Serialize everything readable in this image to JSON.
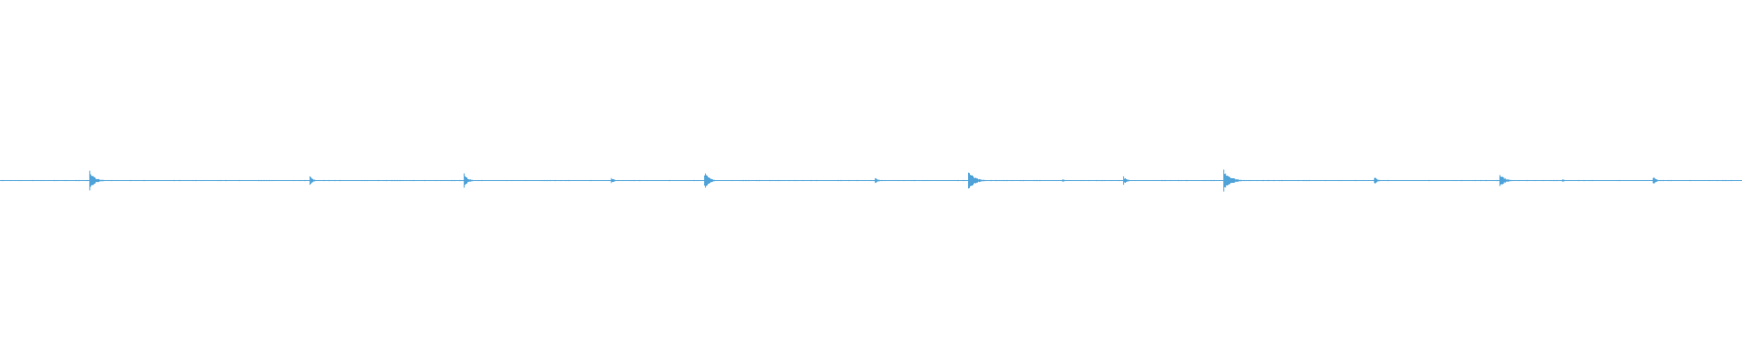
{
  "waveform": {
    "color": "#4fa3d9",
    "background": "#ffffff",
    "transients": [
      {
        "t": 0.0515,
        "amp": 0.055
      },
      {
        "t": 0.178,
        "amp": 0.025
      },
      {
        "t": 0.2665,
        "amp": 0.04
      },
      {
        "t": 0.351,
        "amp": 0.018
      },
      {
        "t": 0.4045,
        "amp": 0.05
      },
      {
        "t": 0.5025,
        "amp": 0.018
      },
      {
        "t": 0.556,
        "amp": 0.06
      },
      {
        "t": 0.61,
        "amp": 0.008
      },
      {
        "t": 0.645,
        "amp": 0.025
      },
      {
        "t": 0.7025,
        "amp": 0.07
      },
      {
        "t": 0.789,
        "amp": 0.022
      },
      {
        "t": 0.861,
        "amp": 0.048
      },
      {
        "t": 0.897,
        "amp": 0.01
      },
      {
        "t": 0.949,
        "amp": 0.024
      }
    ],
    "noise_level": 0.004
  }
}
